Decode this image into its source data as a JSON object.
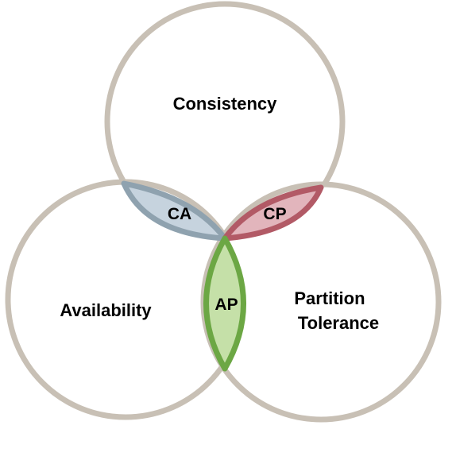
{
  "diagram": {
    "type": "venn-3-sets",
    "sets": {
      "consistency": {
        "label": "Consistency"
      },
      "availability": {
        "label": "Availability"
      },
      "partition_tolerance": {
        "label_line1": "Partition",
        "label_line2": "Tolerance"
      }
    },
    "intersections": {
      "ca": {
        "label": "CA",
        "sets": [
          "Consistency",
          "Availability"
        ]
      },
      "cp": {
        "label": "CP",
        "sets": [
          "Consistency",
          "Partition Tolerance"
        ]
      },
      "ap": {
        "label": "AP",
        "sets": [
          "Availability",
          "Partition Tolerance"
        ]
      }
    },
    "colors": {
      "circle_stroke": "#c8c0b5",
      "circle_fill": "#ffffff",
      "ca_fill": "#c6d3de",
      "ca_stroke": "#8fa2af",
      "cp_fill": "#e2b5bc",
      "cp_stroke": "#b25a66",
      "ap_fill": "#c5e0a8",
      "ap_stroke": "#6ca744"
    }
  }
}
